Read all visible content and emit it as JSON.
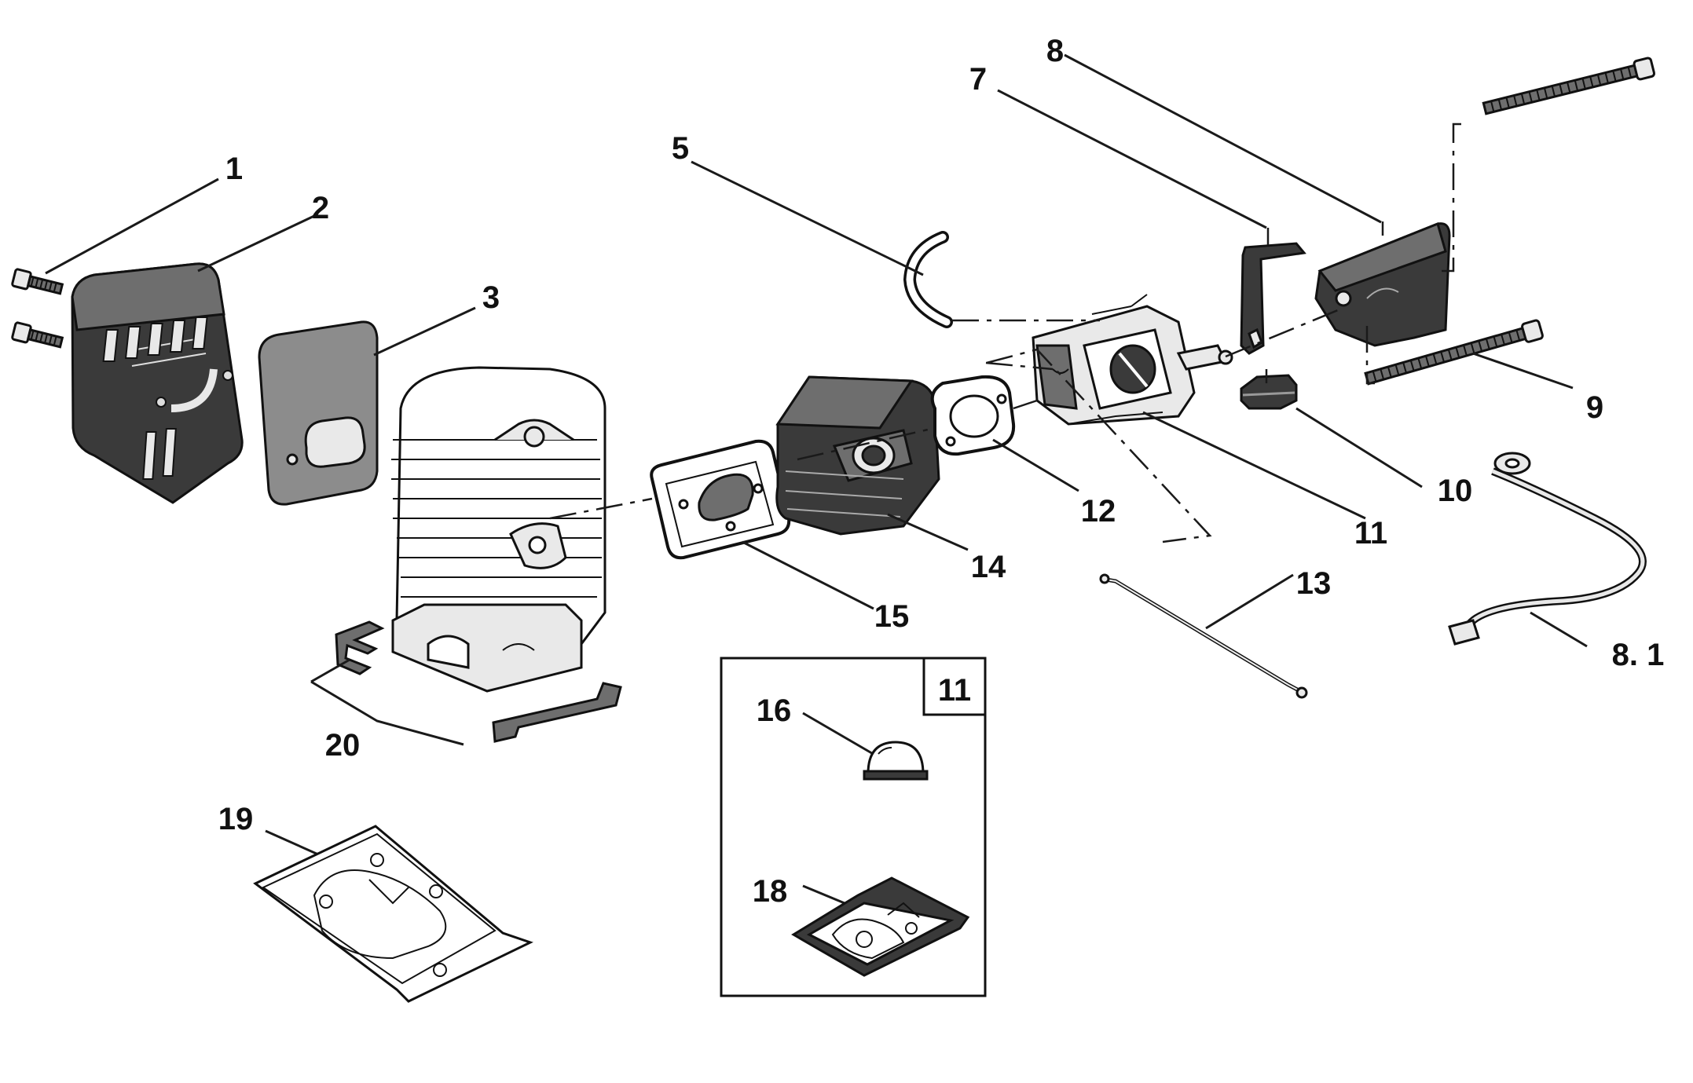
{
  "diagram": {
    "labels": [
      {
        "id": "1",
        "text": "1"
      },
      {
        "id": "2",
        "text": "2"
      },
      {
        "id": "3",
        "text": "3"
      },
      {
        "id": "5",
        "text": "5"
      },
      {
        "id": "7",
        "text": "7"
      },
      {
        "id": "8",
        "text": "8"
      },
      {
        "id": "8_1",
        "text": "8. 1"
      },
      {
        "id": "9",
        "text": "9"
      },
      {
        "id": "10",
        "text": "10"
      },
      {
        "id": "11",
        "text": "11"
      },
      {
        "id": "11_box",
        "text": "11"
      },
      {
        "id": "12",
        "text": "12"
      },
      {
        "id": "13",
        "text": "13"
      },
      {
        "id": "14",
        "text": "14"
      },
      {
        "id": "15",
        "text": "15"
      },
      {
        "id": "16",
        "text": "16"
      },
      {
        "id": "18",
        "text": "18"
      },
      {
        "id": "19",
        "text": "19"
      },
      {
        "id": "20",
        "text": "20"
      }
    ],
    "colors": {
      "ink": "#111111",
      "dark_part": "#3a3a3a",
      "mid_part": "#6e6e6e",
      "light_part": "#e9e9e9",
      "background": "#ffffff"
    }
  }
}
